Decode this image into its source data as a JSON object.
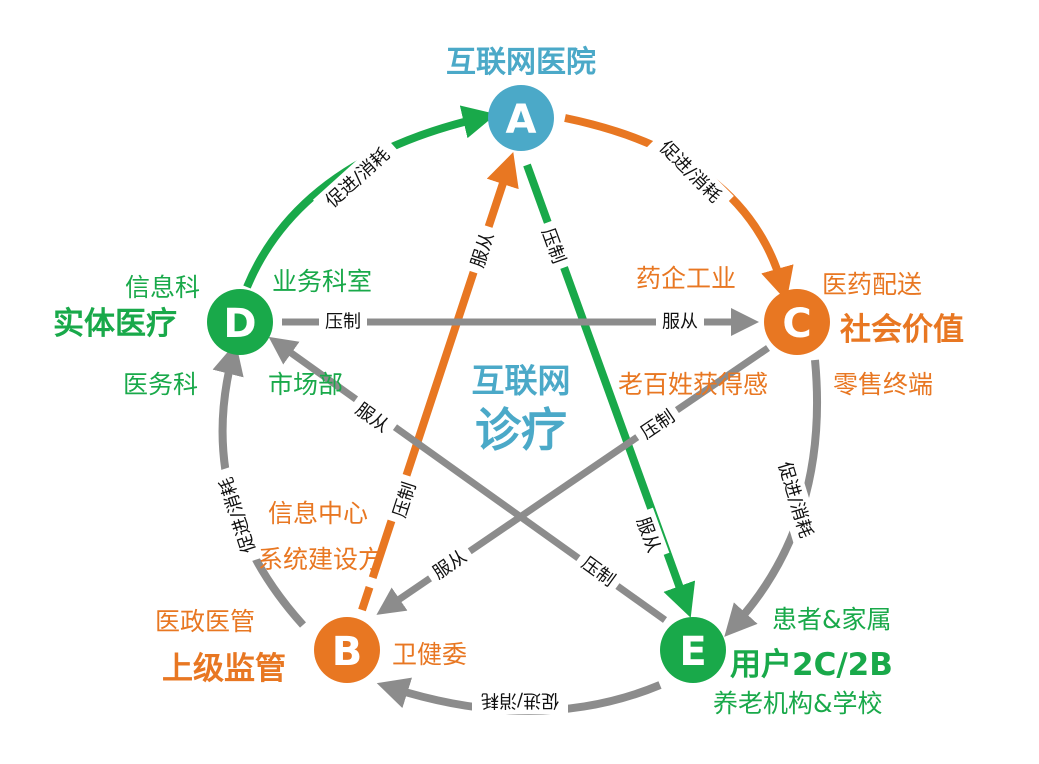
{
  "colors": {
    "blue": "#4ba9c8",
    "orange": "#e87722",
    "green": "#19a94a",
    "gray": "#8c8c8c"
  },
  "nodes": {
    "a": {
      "letter": "A",
      "title": "互联网医院"
    },
    "b": {
      "letter": "B",
      "title": "上级监管",
      "label_top": "医政医管",
      "label_right": "卫健委"
    },
    "c": {
      "letter": "C",
      "title": "社会价值",
      "label_top_left": "药企工业",
      "label_top_right": "医药配送",
      "label_bottom_left": "老百姓获得感",
      "label_bottom_right": "零售终端"
    },
    "d": {
      "letter": "D",
      "title": "实体医疗",
      "label_top_left": "信息科",
      "label_top_right": "业务科室",
      "label_bottom_left": "医务科",
      "label_bottom_right": "市场部"
    },
    "e": {
      "letter": "E",
      "title": "用户2C/2B",
      "label_top": "患者&家属",
      "label_bottom": "养老机构&学校"
    }
  },
  "center": {
    "line1": "互联网",
    "line2": "诊疗"
  },
  "side_labels": {
    "info_center": "信息中心",
    "system_builder": "系统建设方"
  },
  "edge_labels": {
    "d_to_a": "促进/消耗",
    "a_to_c": "促进/消耗",
    "c_to_e": "促进/消耗",
    "e_to_b": "促进/消耗",
    "b_to_d": "促进/消耗",
    "a_e_suppress": "压制",
    "a_e_obey": "服从",
    "b_a_suppress": "压制",
    "b_a_obey": "服从",
    "d_c_suppress": "压制",
    "d_c_obey": "服从",
    "c_b_suppress": "压制",
    "c_b_obey": "服从",
    "e_d_suppress": "压制",
    "e_d_obey": "服从"
  }
}
